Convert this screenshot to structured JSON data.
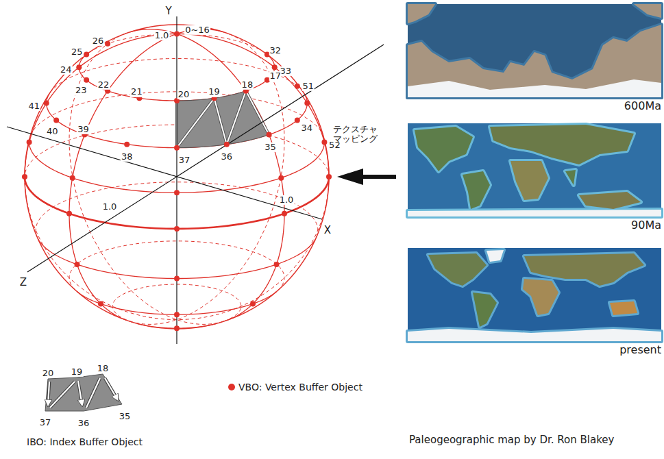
{
  "diagram": {
    "nodes": [
      {
        "text": [
          "600Ma"
        ]
      },
      {
        "text": [
          "90Ma"
        ]
      },
      {
        "text": [
          "present"
        ]
      }
    ],
    "labels": [
      "Y",
      "1.0",
      "0~16",
      "26",
      "32",
      "25",
      "33",
      "24",
      "23",
      "22",
      "21",
      "20",
      "19",
      "18",
      "17",
      "51",
      "41",
      "40",
      "39",
      "38",
      "37",
      "36",
      "35",
      "34",
      "52",
      "1.0",
      "X",
      "1.0",
      "Z",
      "20",
      "19",
      "18",
      "37",
      "36",
      "35",
      "IBO: Index Buffer Object",
      "テクスチャ マッピング",
      "Paleogeographic map by Dr. Ron Blakey"
    ],
    "legend": [
      {
        "text": "VBO: Vertex Buffer Object",
        "color": "#e0312a"
      }
    ]
  }
}
